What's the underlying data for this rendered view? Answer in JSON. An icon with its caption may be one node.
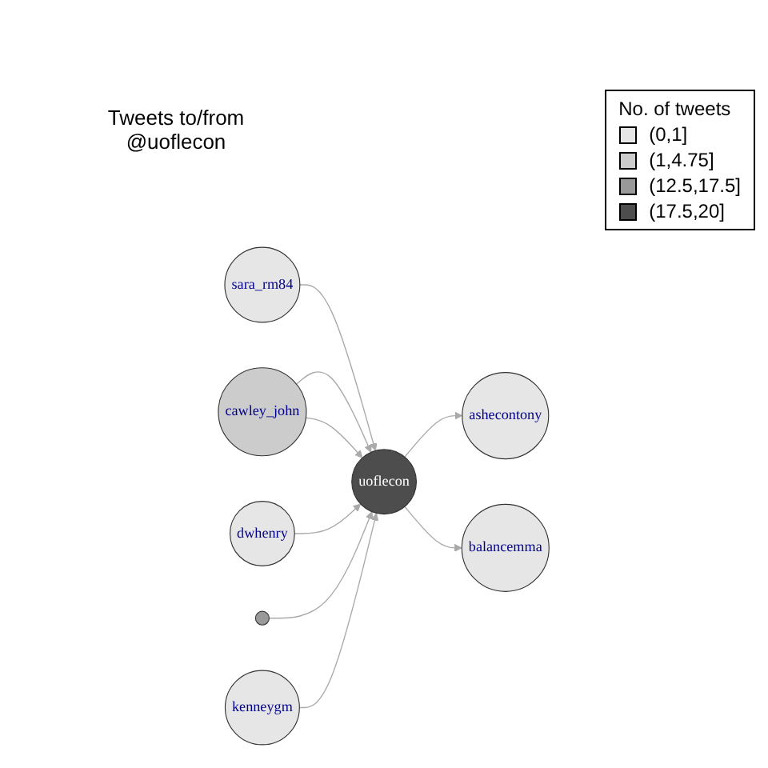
{
  "diagram": {
    "title": "Tweets to/from @uoflecon",
    "nodes": [
      {
        "text": [
          "sara_rm84"
        ]
      },
      {
        "text": [
          "cawley_john"
        ]
      },
      {
        "text": [
          "dwhenry"
        ]
      },
      {
        "text": [
          "uoflecon"
        ]
      },
      {
        "text": [
          "ashecontony"
        ]
      },
      {
        "text": [],
        "shape": "circle"
      },
      {
        "text": [
          "kenneygm"
        ]
      },
      {
        "text": [
          "balancemma"
        ]
      }
    ],
    "edges": [
      {
        "from": 0,
        "to": 3,
        "arrow": "to"
      },
      {
        "from": 1,
        "to": 3,
        "arrow": "to"
      },
      {
        "from": 1,
        "to": 3,
        "arrow": "to"
      },
      {
        "from": 2,
        "to": 3,
        "arrow": "to"
      },
      {
        "from": 3,
        "to": 4,
        "arrow": "to"
      },
      {
        "from": 5,
        "to": 3,
        "arrow": "to"
      },
      {
        "from": 6,
        "to": 3,
        "arrow": "to"
      },
      {
        "from": 3,
        "to": 7,
        "arrow": "to"
      }
    ],
    "labels": [
      "No. of tweets"
    ],
    "legend": [
      {
        "text": "(0,1]",
        "color": "#e6e6e6"
      },
      {
        "text": "(1,4.75]",
        "color": "#cccccc"
      },
      {
        "text": "(12.5,17.5]",
        "color": "#999999"
      },
      {
        "text": "(17.5,20]",
        "color": "#4d4d4d"
      }
    ]
  }
}
